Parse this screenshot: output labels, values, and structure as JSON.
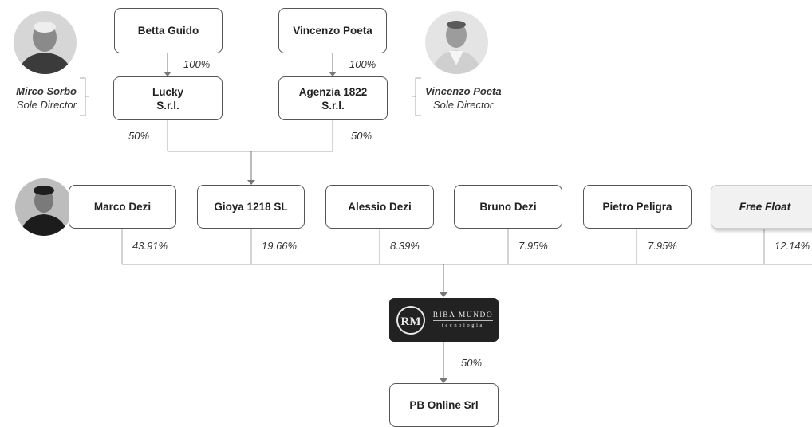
{
  "top_holders": [
    {
      "name": "Betta Guido",
      "pct": "100%"
    },
    {
      "name": "Vincenzo Poeta",
      "pct": "100%"
    }
  ],
  "holding_companies": [
    {
      "name": "Lucky\nS.r.l.",
      "pct": "50%"
    },
    {
      "name": "Agenzia 1822\nS.r.l.",
      "pct": "50%"
    }
  ],
  "directors": [
    {
      "name": "Mirco Sorbo",
      "role": "Sole Director"
    },
    {
      "name": "Vincenzo Poeta",
      "role": "Sole Director"
    }
  ],
  "shareholders": [
    {
      "name": "Marco Dezi",
      "pct": "43.91%"
    },
    {
      "name": "Gioya 1218 SL",
      "pct": "19.66%"
    },
    {
      "name": "Alessio Dezi",
      "pct": "8.39%"
    },
    {
      "name": "Bruno Dezi",
      "pct": "7.95%"
    },
    {
      "name": "Pietro Peligra",
      "pct": "7.95%"
    },
    {
      "name": "Free Float",
      "pct": "12.14%"
    }
  ],
  "company": {
    "logo_name": "RIBA MUNDO",
    "logo_sub": "tecnologia",
    "logo_mark": "RM",
    "subsidiary_pct": "50%"
  },
  "subsidiary": {
    "name": "PB Online Srl"
  },
  "colors": {
    "line": "#aaaaaa",
    "arrow": "#777777",
    "logo_bg": "#222222",
    "free_float_bg": "#f1f1f1"
  }
}
